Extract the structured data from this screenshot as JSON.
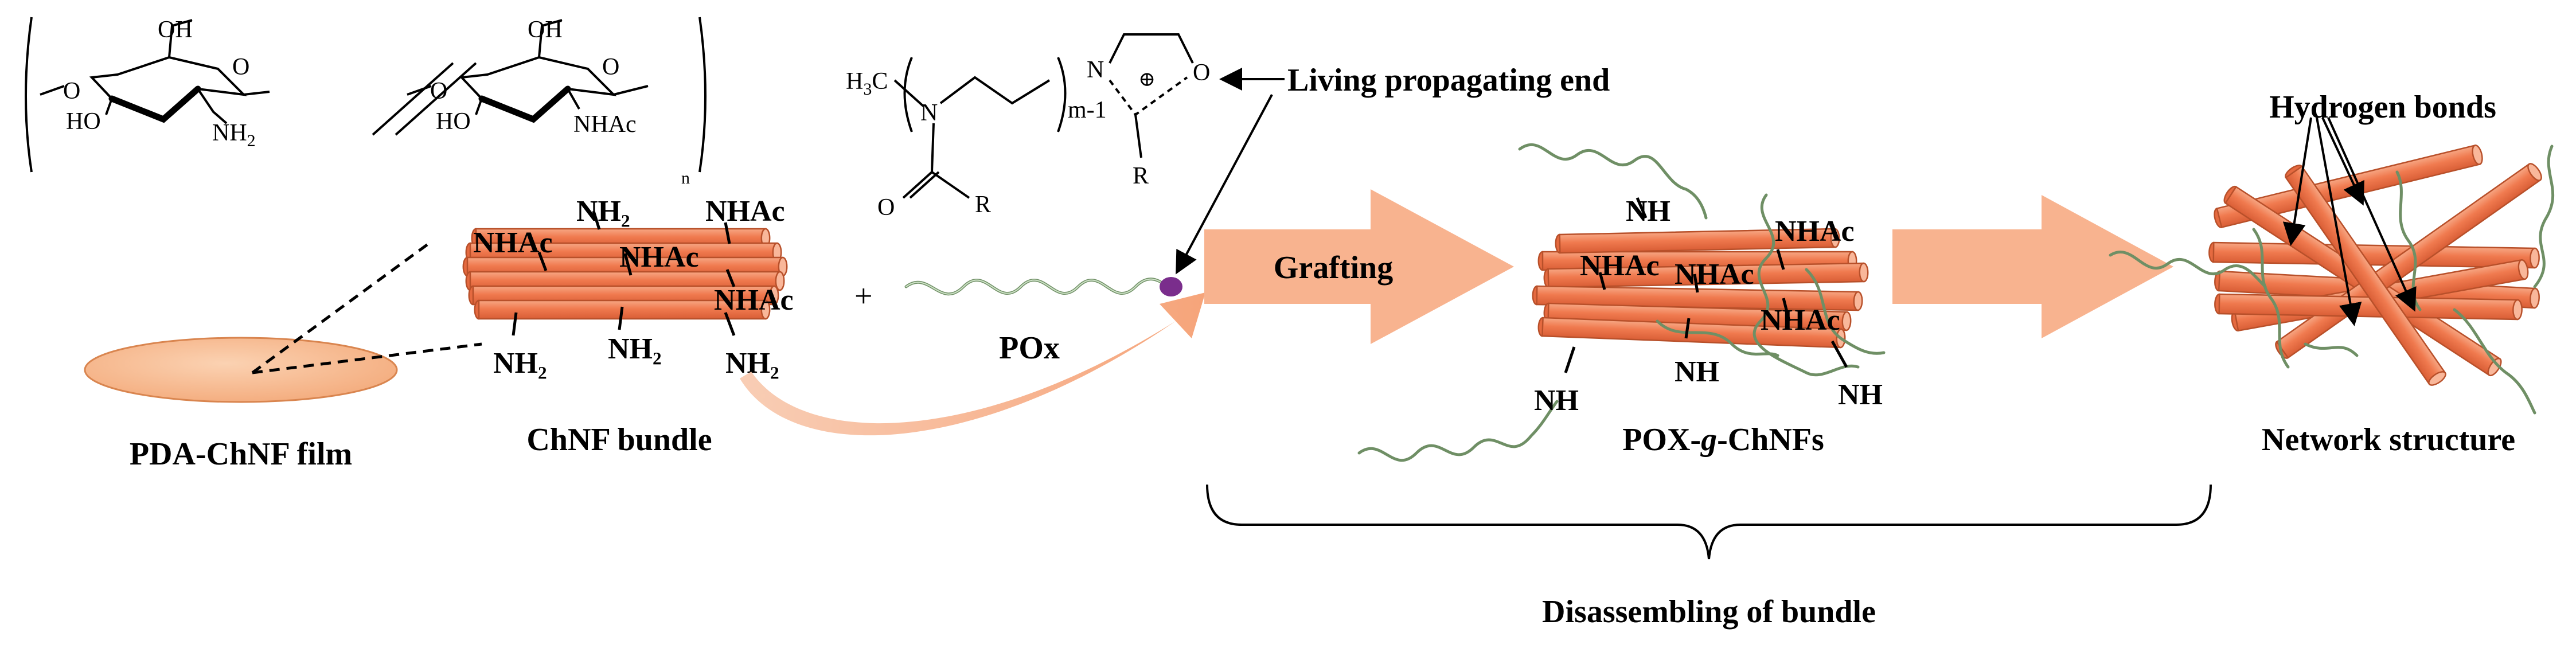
{
  "labels": {
    "film": "PDA-ChNF film",
    "bundle": "ChNF bundle",
    "pox": "POx",
    "grafting": "Grafting",
    "poxg": "POX-g-ChNFs",
    "poxg_prefix": "POX-",
    "poxg_italic": "g",
    "poxg_suffix": "-ChNFs",
    "network": "Network structure",
    "hbonds": "Hydrogen bonds",
    "living_end": "Living propagating end",
    "disassembling": "Disassembling of bundle",
    "plus": "+"
  },
  "chemistry": {
    "oh": "OH",
    "o": "O",
    "ho": "HO",
    "nh2_sugar": "NH",
    "nh2_sub": "2",
    "nhac_sugar": "NHAc",
    "n_repeat": "n",
    "h3c": "H",
    "h3c_sub": "3",
    "h3c_c": "C",
    "n_atom": "N",
    "m1": "m-1",
    "plus_charge": "⊕",
    "r1": "R",
    "r2": "R",
    "o_carbonyl": "O",
    "o_ring": "O"
  },
  "groups": {
    "nh2": "NH₂",
    "nhac": "NHAc",
    "nh": "NH"
  },
  "colors": {
    "rod_fill": "#f27b52",
    "rod_cap": "#f9b79a",
    "arrow_fill": "#f8b38f",
    "film_fill": "#f7b98e",
    "chain_stroke": "#6f8f65",
    "end_dot": "#7a2d8c"
  }
}
